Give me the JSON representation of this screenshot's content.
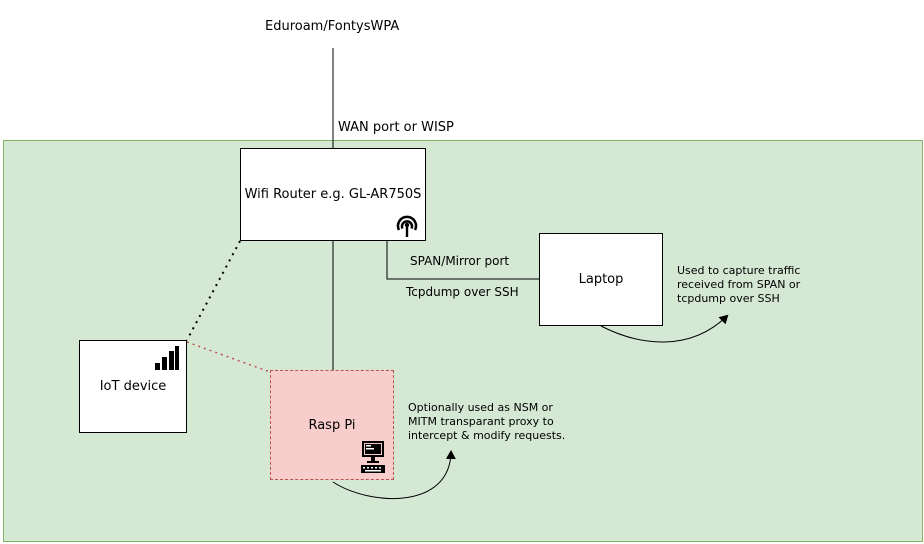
{
  "network": {
    "top_label": "Eduroam/FontysWPA",
    "wan_label": "WAN port or WISP"
  },
  "nodes": {
    "router": "Wifi Router e.g. GL-AR750S",
    "laptop": "Laptop",
    "iot": "IoT device",
    "pi": "Rasp Pi"
  },
  "links": {
    "span_label": "SPAN/Mirror port",
    "tcpdump_label": "Tcpdump over SSH"
  },
  "notes": {
    "laptop_note": "Used to capture traffic\nreceived from SPAN or\ntcpdump over SSH",
    "pi_note": "Optionally used as NSM or\nMITM transparant proxy to\nintercept & modify requests."
  },
  "icons": {
    "router": "wifi-antenna-icon",
    "iot": "signal-bars-icon",
    "pi": "desktop-keyboard-icon"
  },
  "colors": {
    "zone_fill": "#d5e8d4",
    "zone_stroke": "#82b366",
    "pi_fill": "#f8cecc",
    "pi_stroke": "#b85450"
  }
}
